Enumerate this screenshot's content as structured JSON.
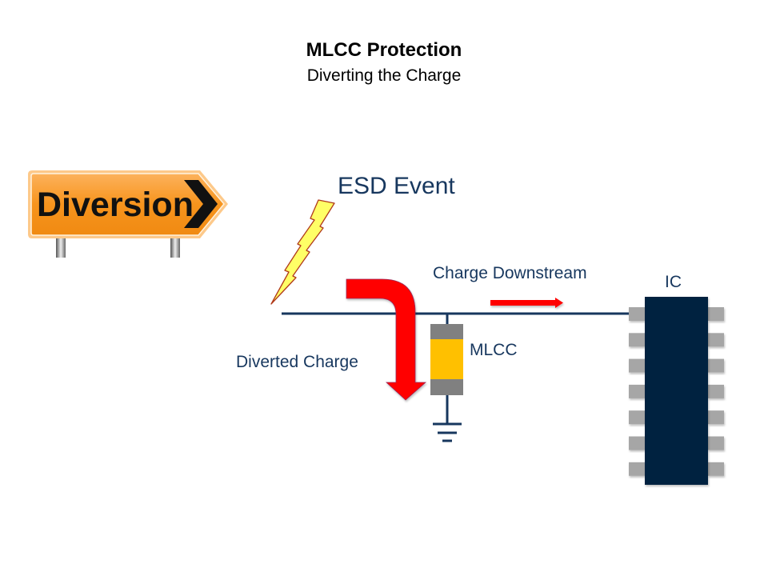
{
  "header": {
    "title": "MLCC Protection",
    "subtitle": "Diverting the Charge"
  },
  "sign": {
    "text": "Diversion",
    "icon": "diversion-road-sign-icon",
    "colors": {
      "fill": "#f7941d",
      "border": "#fbb565",
      "chevron": "#111111"
    }
  },
  "labels": {
    "esd_event": "ESD Event",
    "charge_downstream": "Charge Downstream",
    "ic": "IC",
    "mlcc": "MLCC",
    "diverted_charge": "Diverted Charge"
  },
  "components": {
    "lightning": {
      "icon": "lightning-bolt-icon",
      "fill": "#ffff66",
      "stroke": "#c0392b"
    },
    "diverted_arrow": {
      "icon": "bent-arrow-down-icon",
      "fill": "#ff0000"
    },
    "downstream_arrow": {
      "icon": "arrow-right-icon",
      "fill": "#ff0000"
    },
    "mlcc": {
      "icon": "capacitor-icon",
      "body_color": "#ffc000",
      "terminal_color": "#808080"
    },
    "ground": {
      "icon": "ground-icon"
    },
    "ic_chip": {
      "icon": "ic-chip-icon",
      "body_color": "#002040",
      "pin_color": "#a6a6a6",
      "pins_per_side": 7
    },
    "wire_color": "#17375e"
  }
}
